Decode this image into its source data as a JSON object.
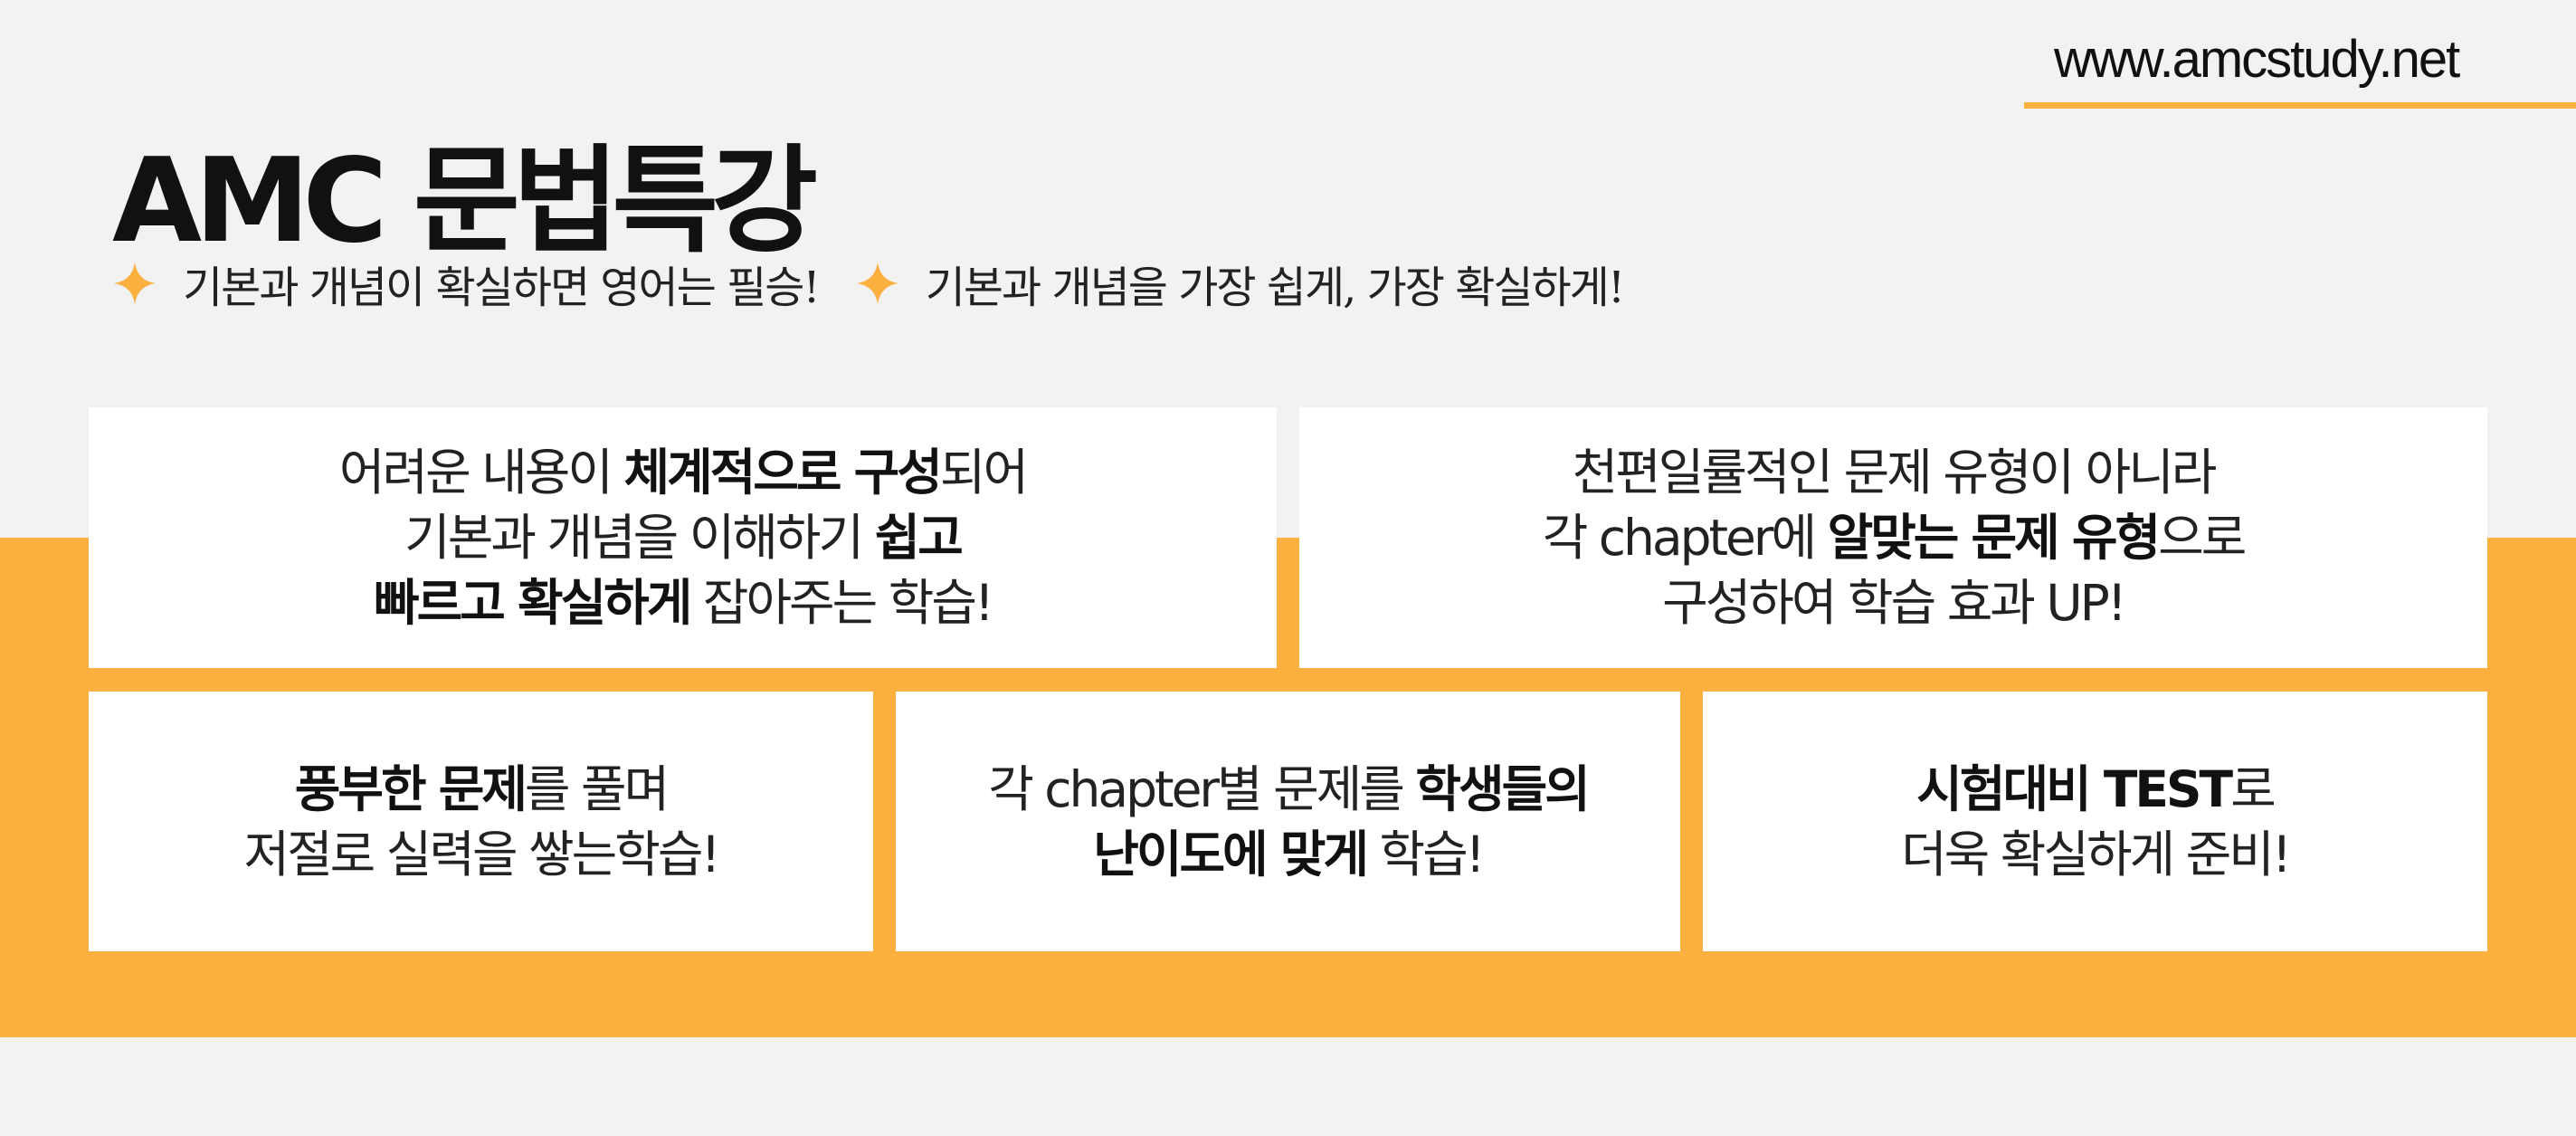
{
  "header": {
    "site_url": "www.amcstudy.net",
    "title": "AMC 문법특강",
    "slogans": [
      "기본과 개념이 확실하면 영어는 필승!",
      "기본과 개념을 가장 쉽게, 가장 확실하게!"
    ]
  },
  "colors": {
    "accent": "#fbb040",
    "background": "#f2f2f2",
    "card": "#ffffff",
    "text": "#1a1a1a"
  },
  "cards": [
    {
      "lines": [
        [
          {
            "t": "어려운 내용이 "
          },
          {
            "t": "체계적으로 구성",
            "b": true
          },
          {
            "t": "되어"
          }
        ],
        [
          {
            "t": "기본과 개념을 이해하기 "
          },
          {
            "t": "쉽고",
            "b": true
          }
        ],
        [
          {
            "t": "빠르고 확실하게",
            "b": true
          },
          {
            "t": " 잡아주는 학습!"
          }
        ]
      ]
    },
    {
      "lines": [
        [
          {
            "t": "천편일률적인 문제 유형이 아니라"
          }
        ],
        [
          {
            "t": "각 chapter에 "
          },
          {
            "t": "알맞는 문제 유형",
            "b": true
          },
          {
            "t": "으로"
          }
        ],
        [
          {
            "t": "구성하여 학습 효과 UP!"
          }
        ]
      ]
    },
    {
      "lines": [
        [
          {
            "t": "풍부한 문제",
            "b": true
          },
          {
            "t": "를 풀며"
          }
        ],
        [
          {
            "t": "저절로 실력을 쌓는학습!"
          }
        ]
      ]
    },
    {
      "lines": [
        [
          {
            "t": "각 chapter별 문제를 "
          },
          {
            "t": "학생들의",
            "b": true
          }
        ],
        [
          {
            "t": "난이도에 맞게",
            "b": true
          },
          {
            "t": " 학습!"
          }
        ]
      ]
    },
    {
      "lines": [
        [
          {
            "t": "시험대비 TEST",
            "b": true
          },
          {
            "t": "로"
          }
        ],
        [
          {
            "t": "더욱 확실하게 준비!"
          }
        ]
      ]
    }
  ]
}
